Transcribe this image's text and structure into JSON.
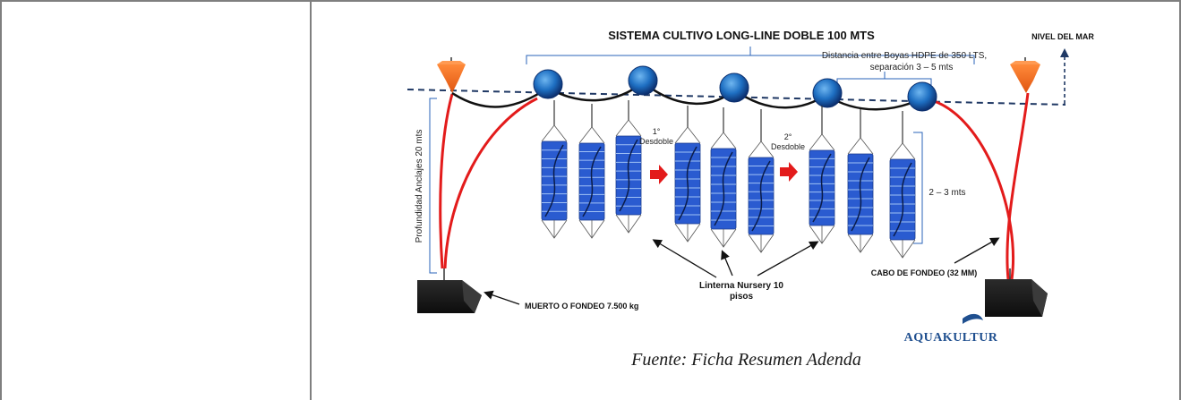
{
  "diagram": {
    "title": "SISTEMA CULTIVO LONG-LINE DOBLE 100 MTS",
    "sea_level_label": "NIVEL DEL MAR",
    "buoy_distance_line1": "Distancia entre Boyas HDPE de 350 LTS,",
    "buoy_distance_line2": "separación 3 – 5 mts",
    "depth_label": "Profundidad Anclajes 20 mts",
    "unfold1_a": "1°",
    "unfold1_b": "Desdoble",
    "unfold2_a": "2°",
    "unfold2_b": "Desdoble",
    "lantern_height": "2 – 3 mts",
    "lantern_label_line1": "Linterna Nursery 10",
    "lantern_label_line2": "pisos",
    "anchor_label": "MUERTO O FONDEO 7.500 kg",
    "mooring_line_label": "CABO DE FONDEO (32 MM)",
    "brand": "AQUAKULTUR",
    "colors": {
      "buoy": "#1e6fc2",
      "end_buoy": "#f26a1b",
      "rope": "#e31b1b",
      "mainline": "#111111",
      "lantern": "#2a5bd0",
      "sea_line": "#1f3864"
    }
  },
  "caption": "Fuente: Ficha Resumen Adenda"
}
